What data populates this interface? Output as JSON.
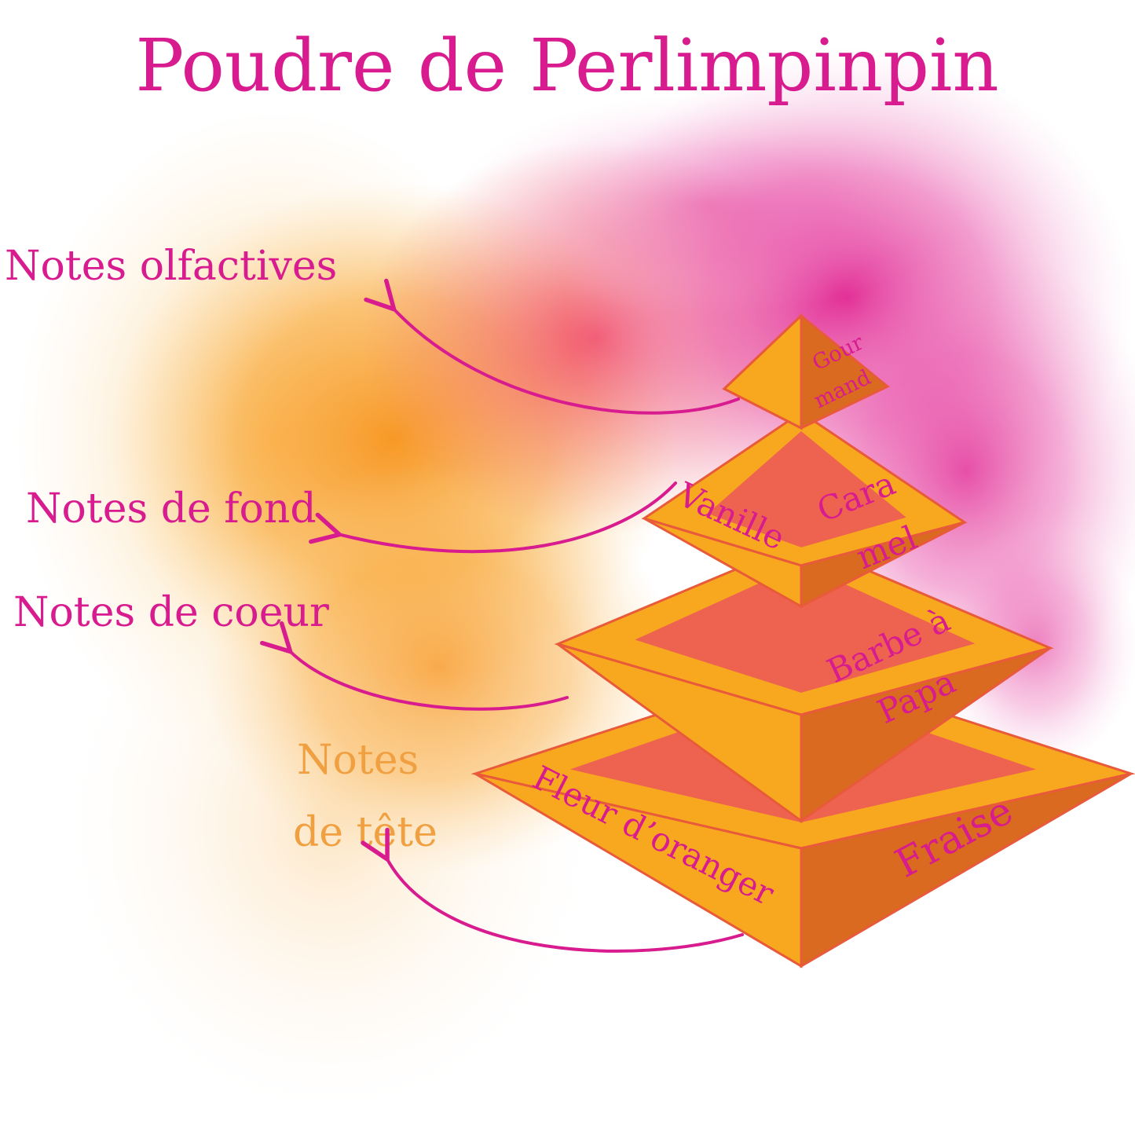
{
  "title": "Poudre de Perlimpinpin",
  "labels": {
    "olfactives": "Notes olfactives",
    "fond": "Notes de fond",
    "coeur": "Notes de coeur",
    "tete_line1": "Notes",
    "tete_line2": "de tête"
  },
  "pyramid": {
    "top_line1": "Gour",
    "top_line2": "mand",
    "fond_left": "Vanille",
    "fond_right_line1": "Cara",
    "fond_right_line2": "mel",
    "coeur_right_line1": "Barbe à",
    "coeur_right_line2": "Papa",
    "tete_left": "Fleur d’oranger",
    "tete_right": "Fraise"
  },
  "colors": {
    "magenta": "#D81B8E",
    "orange_light": "#F7A81E",
    "orange_dark": "#D96A1F",
    "salmon": "#EE6350",
    "tete_label": "#F0A040"
  }
}
